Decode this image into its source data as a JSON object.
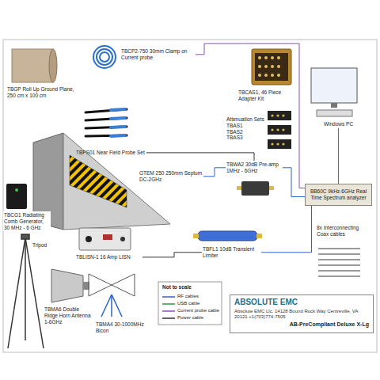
{
  "diagram": {
    "nodes": [
      {
        "text": [
          "TBGP Roll Up Ground Plane, 250 cm x 100 cm"
        ]
      },
      {
        "text": [
          "TBCP2-750 30mm Clamp on Current probe"
        ]
      },
      {
        "text": [
          "TBCAS1, 46 Piece Adapter Kit"
        ]
      },
      {
        "text": [
          "Windows PC"
        ]
      },
      {
        "text": [
          "TBPS01 Near Field Probe Set"
        ]
      },
      {
        "text": [
          "Attenuation Sets",
          "TBAS1",
          "TBAS2",
          "TBAS3"
        ]
      },
      {
        "text": [
          "GTEM 250 250mm Septum DC-2GHz"
        ]
      },
      {
        "text": [
          "TBCG1 Radiating Comb Generator, 30 MHz - 6 GHz"
        ]
      },
      {
        "text": [
          "TBWA2 30dB Pre-amp 1MHz - 6GHz"
        ]
      },
      {
        "text": [
          "BB60C 9kHz-6GHz Real Time Spectrum analyzer"
        ]
      },
      {
        "text": [
          "TBFL1 10dB Transient Limiter"
        ]
      },
      {
        "text": [
          "TBLISN-1 16 Amp LISN"
        ]
      },
      {
        "text": [
          "Tripod"
        ]
      },
      {
        "text": [
          "TBMA6 Double Ridge Horn Antenna 1-6GHz"
        ]
      },
      {
        "text": [
          "TBMA4 30-1000MHz Bicon"
        ]
      },
      {
        "text": [
          "ABSOLUTE EMC",
          "Absolute EMC Llc. 14128 Bound Rock Way Centreville, VA 20121 +1(703)774-7505",
          "AB-PreCompliant Deluxe X-Lg"
        ]
      }
    ],
    "edges": [
      {
        "from": 1,
        "to": 9,
        "arrow": "none"
      },
      {
        "from": 3,
        "to": 9,
        "arrow": "none"
      },
      {
        "from": 4,
        "to": 8,
        "arrow": "none"
      },
      {
        "from": 8,
        "to": 9,
        "arrow": "none"
      },
      {
        "from": 11,
        "to": 10,
        "arrow": "none"
      },
      {
        "from": 10,
        "to": 9,
        "arrow": "none"
      },
      {
        "from": 6,
        "to": 8,
        "arrow": "none"
      }
    ],
    "labels": [
      "Not to scale",
      "8x Interconnecting Coax cables"
    ],
    "legend": [
      {
        "text": "RF cables"
      },
      {
        "text": "USB cable"
      },
      {
        "text": "Current probe cable"
      },
      {
        "text": "Power cable"
      }
    ]
  }
}
